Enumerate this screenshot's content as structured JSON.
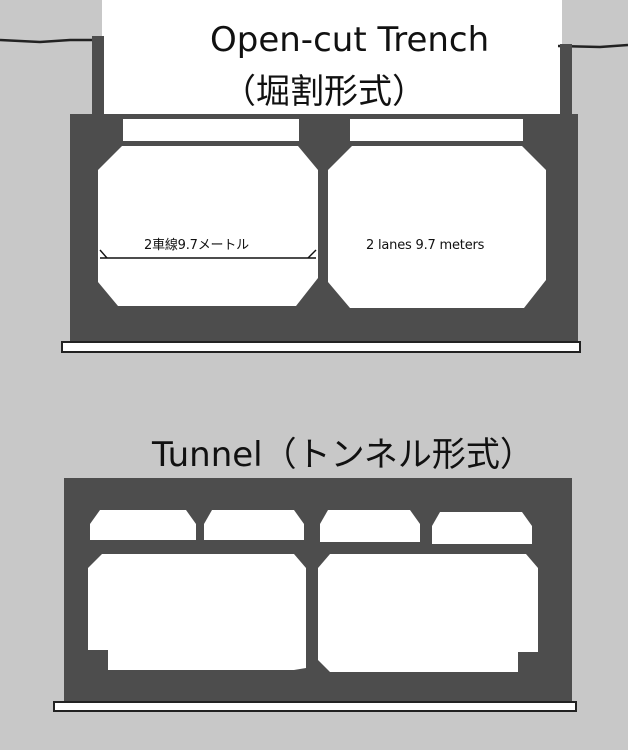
{
  "labels": {
    "open_cut_title": "Open-cut Trench",
    "open_cut_title_jp": "（堀割形式）",
    "width_label_jp": "2車線9.7メートル",
    "width_label_en": "2 lanes 9.7 meters",
    "tunnel_title": "Tunnel（トンネル形式）"
  },
  "colors": {
    "ground": "#c8c8c8",
    "concrete": "#4d4d4d",
    "void": "#ffffff",
    "outline": "#222222"
  }
}
